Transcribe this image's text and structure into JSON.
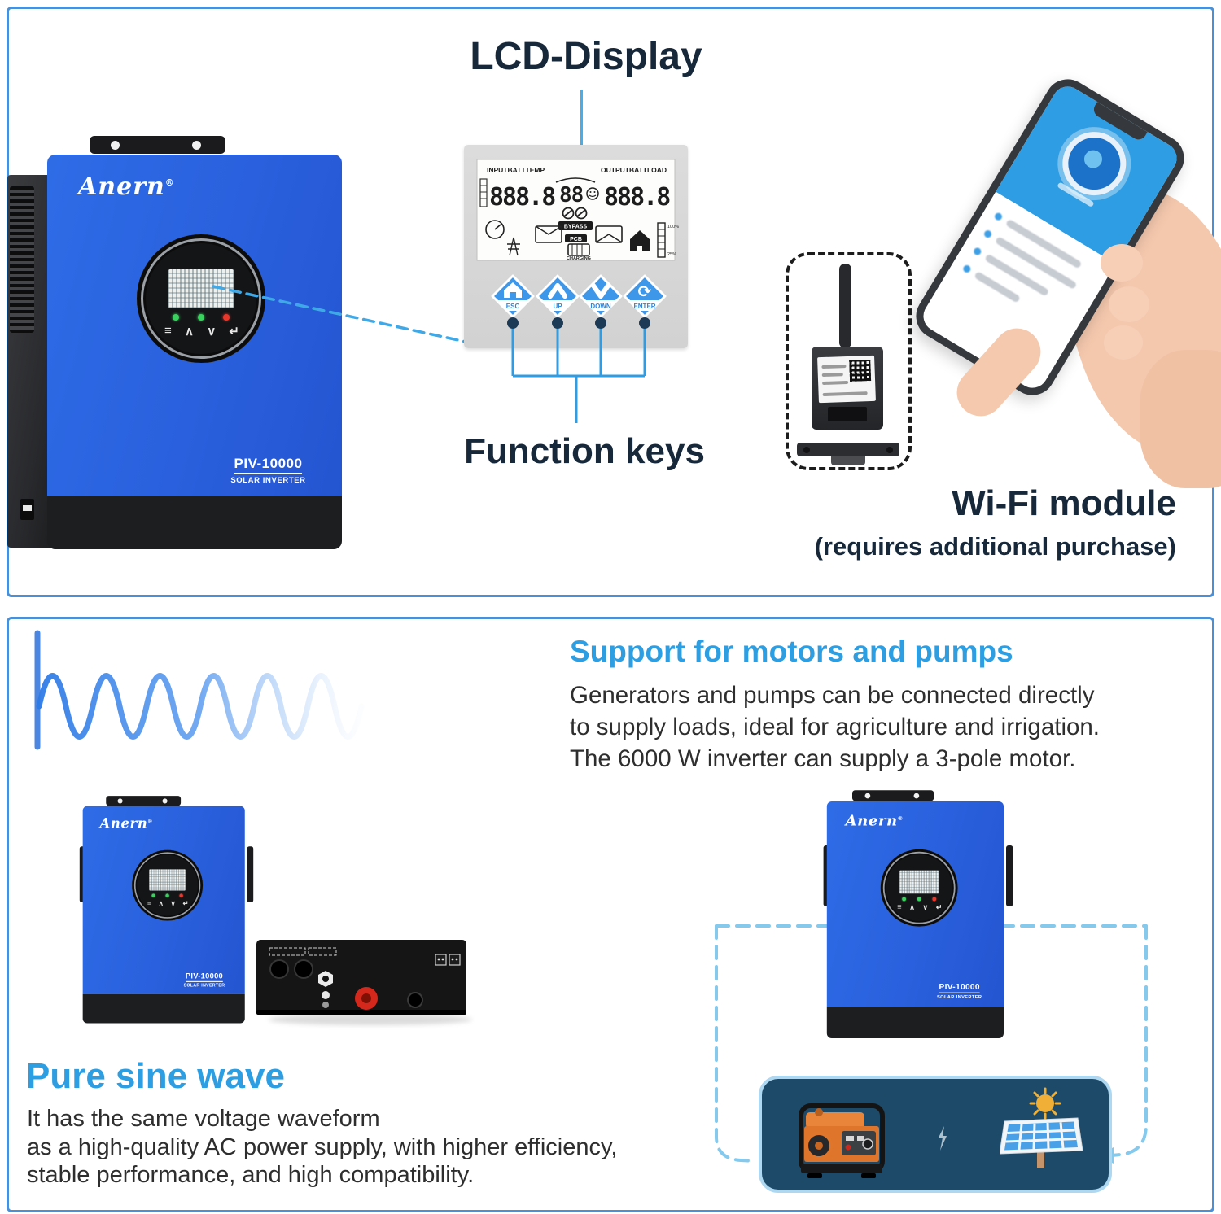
{
  "top": {
    "lcd_title": "LCD-Display",
    "function_keys_title": "Function keys",
    "wifi_title": "Wi-Fi module",
    "wifi_note": "(requires additional purchase)",
    "keys": {
      "esc": "ESC",
      "up": "UP",
      "down": "DOWN",
      "enter": "ENTER"
    },
    "lcd": {
      "input_label": "INPUTBATTTEMP",
      "output_label": "OUTPUTBATTLOAD",
      "left_value": "888.8",
      "center_value": "88",
      "right_value": "888.8",
      "bypass_badge": "BYPASS",
      "pcb_badge": "PCB",
      "charging_label": "CHARGING",
      "pct_full": "100%",
      "pct_low": "25%"
    }
  },
  "device": {
    "brand": "Anern",
    "reg_mark": "®",
    "model": "PIV-10000",
    "type": "SOLAR INVERTER"
  },
  "icons": {
    "menu": "≡",
    "up": "∧",
    "down": "∨",
    "enter": "↵",
    "key_enter": "⟳"
  },
  "bottom": {
    "motors_title": "Support for motors and pumps",
    "motors_lines": [
      "Generators and pumps can be connected directly",
      "to supply loads, ideal for agriculture and irrigation.",
      "The 6000 W inverter can supply a 3-pole motor."
    ],
    "sine_title": "Pure sine wave",
    "sine_lines": [
      "It has the same voltage waveform",
      "as a high-quality AC power supply, with higher efficiency,",
      "stable performance, and high compatibility."
    ]
  },
  "colors": {
    "accent_blue": "#2d9ee2",
    "heading_navy": "#16283a",
    "inverter_blue": "#2a60dd",
    "panel_border": "#4b8fd5",
    "callout_blue": "#3fa9e8"
  }
}
